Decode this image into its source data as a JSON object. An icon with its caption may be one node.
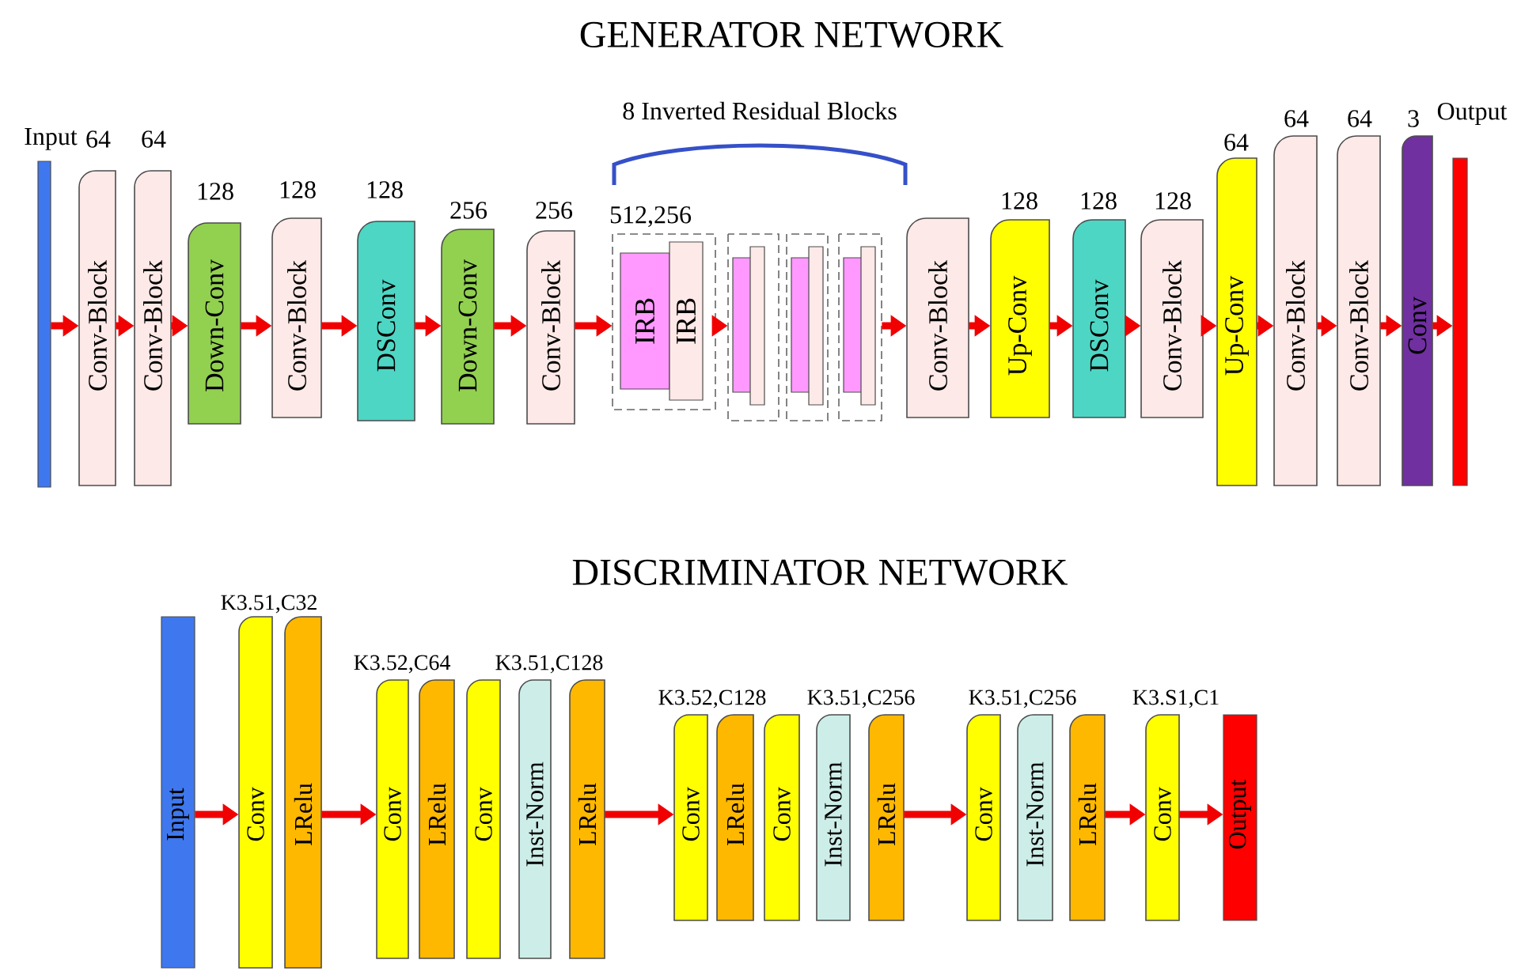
{
  "diagram": {
    "title": "GENERATOR NETWORK",
    "nodes": [
      {
        "text": [
          "Input"
        ]
      },
      {
        "text": [
          "64",
          "Conv-Block"
        ]
      },
      {
        "text": [
          "64",
          "Conv-Block"
        ]
      },
      {
        "text": [
          "128",
          "Down-Conv"
        ]
      },
      {
        "text": [
          "128",
          "Conv-Block"
        ]
      },
      {
        "text": [
          "128",
          "DSConv"
        ]
      },
      {
        "text": [
          "256",
          "Down-Conv"
        ]
      },
      {
        "text": [
          "256",
          "Conv-Block"
        ]
      },
      {
        "text": [
          "512,256"
        ]
      },
      {
        "text": [
          "IRB"
        ],
        "in": 8
      },
      {
        "text": [
          "IRB"
        ],
        "in": 8
      },
      {
        "text": [],
        "shape": "box"
      },
      {
        "text": [],
        "shape": "bar",
        "in": 11
      },
      {
        "text": [],
        "shape": "bar",
        "in": 11
      },
      {
        "text": [],
        "shape": "box"
      },
      {
        "text": [],
        "shape": "bar",
        "in": 14
      },
      {
        "text": [],
        "shape": "bar",
        "in": 14
      },
      {
        "text": [],
        "shape": "box"
      },
      {
        "text": [],
        "shape": "bar",
        "in": 17
      },
      {
        "text": [],
        "shape": "bar",
        "in": 17
      },
      {
        "text": [
          "Conv-Block"
        ]
      },
      {
        "text": [
          "128",
          "Up-Conv"
        ]
      },
      {
        "text": [
          "128",
          "DSConv"
        ]
      },
      {
        "text": [
          "128",
          "Conv-Block"
        ]
      },
      {
        "text": [
          "64",
          "Up-Conv"
        ]
      },
      {
        "text": [
          "64",
          "Conv-Block"
        ]
      },
      {
        "text": [
          "64",
          "Conv-Block"
        ]
      },
      {
        "text": [
          "3",
          "Conv"
        ]
      },
      {
        "text": [
          "Output"
        ]
      },
      {
        "text": [
          "Input"
        ]
      },
      {
        "text": [
          "K3.51,C32",
          "Conv"
        ]
      },
      {
        "text": [
          "LRelu"
        ]
      },
      {
        "text": [
          "K3.52,C64",
          "Conv"
        ]
      },
      {
        "text": [
          "LRelu"
        ]
      },
      {
        "text": [
          "K3.51,C128",
          "Conv"
        ]
      },
      {
        "text": [
          "Inst-Norm"
        ]
      },
      {
        "text": [
          "LRelu"
        ]
      },
      {
        "text": [
          "K3.52,C128",
          "Conv"
        ]
      },
      {
        "text": [
          "LRelu"
        ]
      },
      {
        "text": [
          "K3.51,C256",
          "Conv"
        ]
      },
      {
        "text": [
          "Inst-Norm"
        ]
      },
      {
        "text": [
          "LRelu"
        ]
      },
      {
        "text": [
          "K3.51,C256",
          "Conv"
        ]
      },
      {
        "text": [
          "Inst-Norm"
        ]
      },
      {
        "text": [
          "LRelu"
        ]
      },
      {
        "text": [
          "K3.S1,C1",
          "Conv"
        ]
      },
      {
        "text": [
          "Output"
        ]
      }
    ],
    "edges": [
      {
        "from": 0,
        "to": 1,
        "arrow": "to"
      },
      {
        "from": 1,
        "to": 2,
        "arrow": "to"
      },
      {
        "from": 2,
        "to": 3,
        "arrow": "to"
      },
      {
        "from": 3,
        "to": 4,
        "arrow": "to"
      },
      {
        "from": 4,
        "to": 5,
        "arrow": "to"
      },
      {
        "from": 5,
        "to": 6,
        "arrow": "to"
      },
      {
        "from": 6,
        "to": 7,
        "arrow": "to"
      },
      {
        "from": 7,
        "to": 8,
        "arrow": "to"
      },
      {
        "from": 8,
        "to": 11,
        "arrow": "to"
      },
      {
        "from": 17,
        "to": 20,
        "arrow": "to"
      },
      {
        "from": 20,
        "to": 21,
        "arrow": "to"
      },
      {
        "from": 21,
        "to": 22,
        "arrow": "to"
      },
      {
        "from": 22,
        "to": 23,
        "arrow": "to"
      },
      {
        "from": 23,
        "to": 24,
        "arrow": "to"
      },
      {
        "from": 24,
        "to": 25,
        "arrow": "to"
      },
      {
        "from": 25,
        "to": 26,
        "arrow": "to"
      },
      {
        "from": 26,
        "to": 27,
        "arrow": "to"
      },
      {
        "from": 27,
        "to": 28,
        "arrow": "to"
      },
      {
        "from": 29,
        "to": 30,
        "arrow": "to"
      },
      {
        "from": 31,
        "to": 32,
        "arrow": "to"
      },
      {
        "from": 36,
        "to": 37,
        "arrow": "to"
      },
      {
        "from": 41,
        "to": 42,
        "arrow": "to"
      },
      {
        "from": 44,
        "to": 45,
        "arrow": "to"
      },
      {
        "from": 45,
        "to": 46,
        "arrow": "to"
      }
    ],
    "labels": [
      "8 Inverted Residual Blocks",
      "DISCRIMINATOR NETWORK"
    ]
  }
}
